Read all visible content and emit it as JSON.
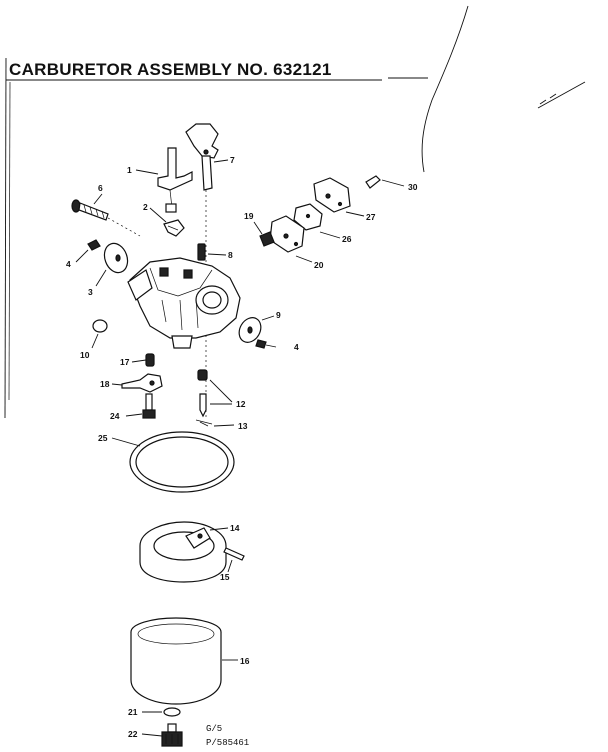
{
  "title": "CARBURETOR ASSEMBLY NO. 632121",
  "callouts": {
    "c1": "1",
    "c2": "2",
    "c3": "3",
    "c4a": "4",
    "c4b": "4",
    "c6": "6",
    "c7": "7",
    "c8": "8",
    "c9": "9",
    "c10": "10",
    "c12": "12",
    "c13": "13",
    "c14": "14",
    "c15": "15",
    "c16": "16",
    "c17": "17",
    "c18": "18",
    "c19": "19",
    "c20": "20",
    "c21": "21",
    "c22": "22",
    "c24": "24",
    "c25": "25",
    "c26": "26",
    "c27": "27",
    "c30": "30"
  },
  "footer": {
    "code1": "G/5",
    "code2": "P/585461"
  }
}
